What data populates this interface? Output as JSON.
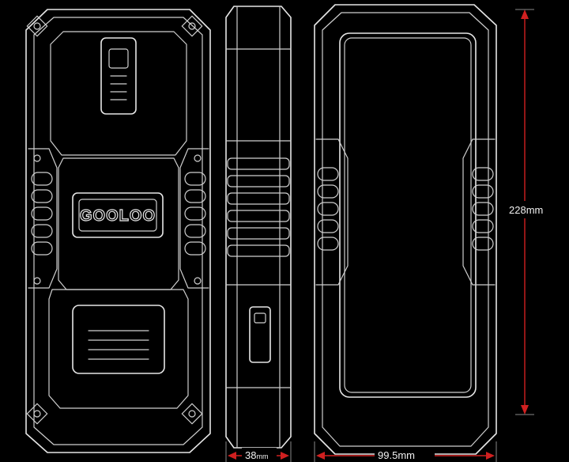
{
  "brand": {
    "logo_text": "GOOLOO"
  },
  "dimensions": {
    "height": {
      "value": "228",
      "unit": "mm"
    },
    "thickness": {
      "value": "38",
      "unit": "mm"
    },
    "width": {
      "value": "99.5",
      "unit": "mm"
    }
  },
  "colors": {
    "background": "#000000",
    "line": "#e6e6e6",
    "dimension_arrow": "#d02020"
  }
}
